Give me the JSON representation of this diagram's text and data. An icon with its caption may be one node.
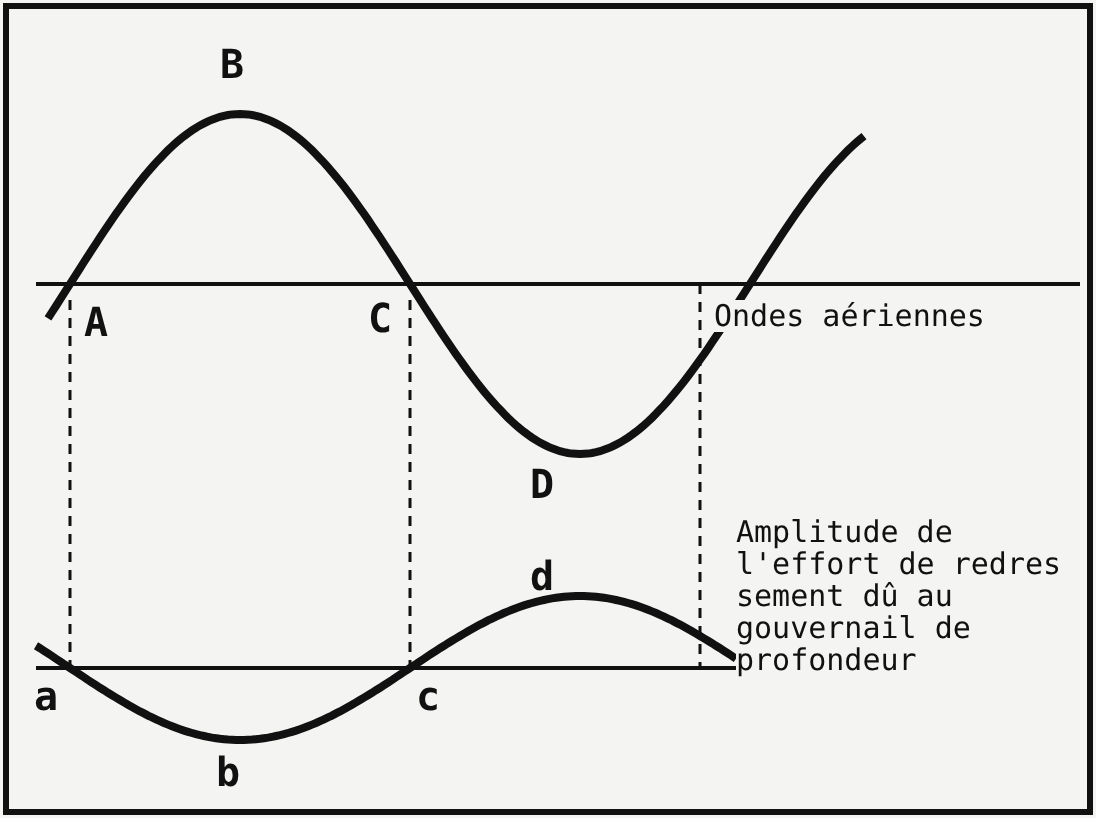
{
  "diagram": {
    "labels": [
      "B",
      "A",
      "C",
      "Ondes aériennes",
      "D",
      "Amplitude de l'effort de redres sement dû au gouvernail de profondeur",
      "d",
      "a",
      "c",
      "b"
    ]
  }
}
